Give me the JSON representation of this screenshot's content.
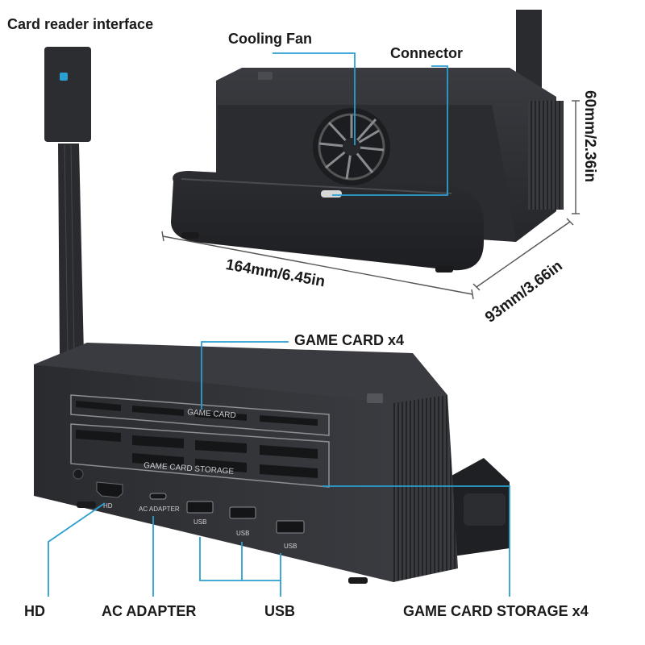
{
  "callouts": {
    "card_reader_interface": "Card reader interface",
    "cooling_fan": "Cooling Fan",
    "connector": "Connector",
    "game_card": "GAME CARD x4",
    "hd": "HD",
    "ac_adapter": "AC ADAPTER",
    "usb": "USB",
    "game_card_storage": "GAME CARD STORAGE x4"
  },
  "dimensions": {
    "height": "60mm/2.36in",
    "width": "164mm/6.45in",
    "depth": "93mm/3.66in"
  },
  "device_print": {
    "game_card": "GAME CARD",
    "game_card_storage": "GAME CARD STORAGE",
    "hd": "HD",
    "ac_adapter": "AC ADAPTER",
    "usb_1": "USB",
    "usb_2": "USB",
    "usb_3": "USB"
  },
  "colors": {
    "callout_line": "#2b9fd1",
    "device_body": "#2e2f33",
    "device_dark": "#1c1d20",
    "label_text": "#1a1a1a"
  }
}
